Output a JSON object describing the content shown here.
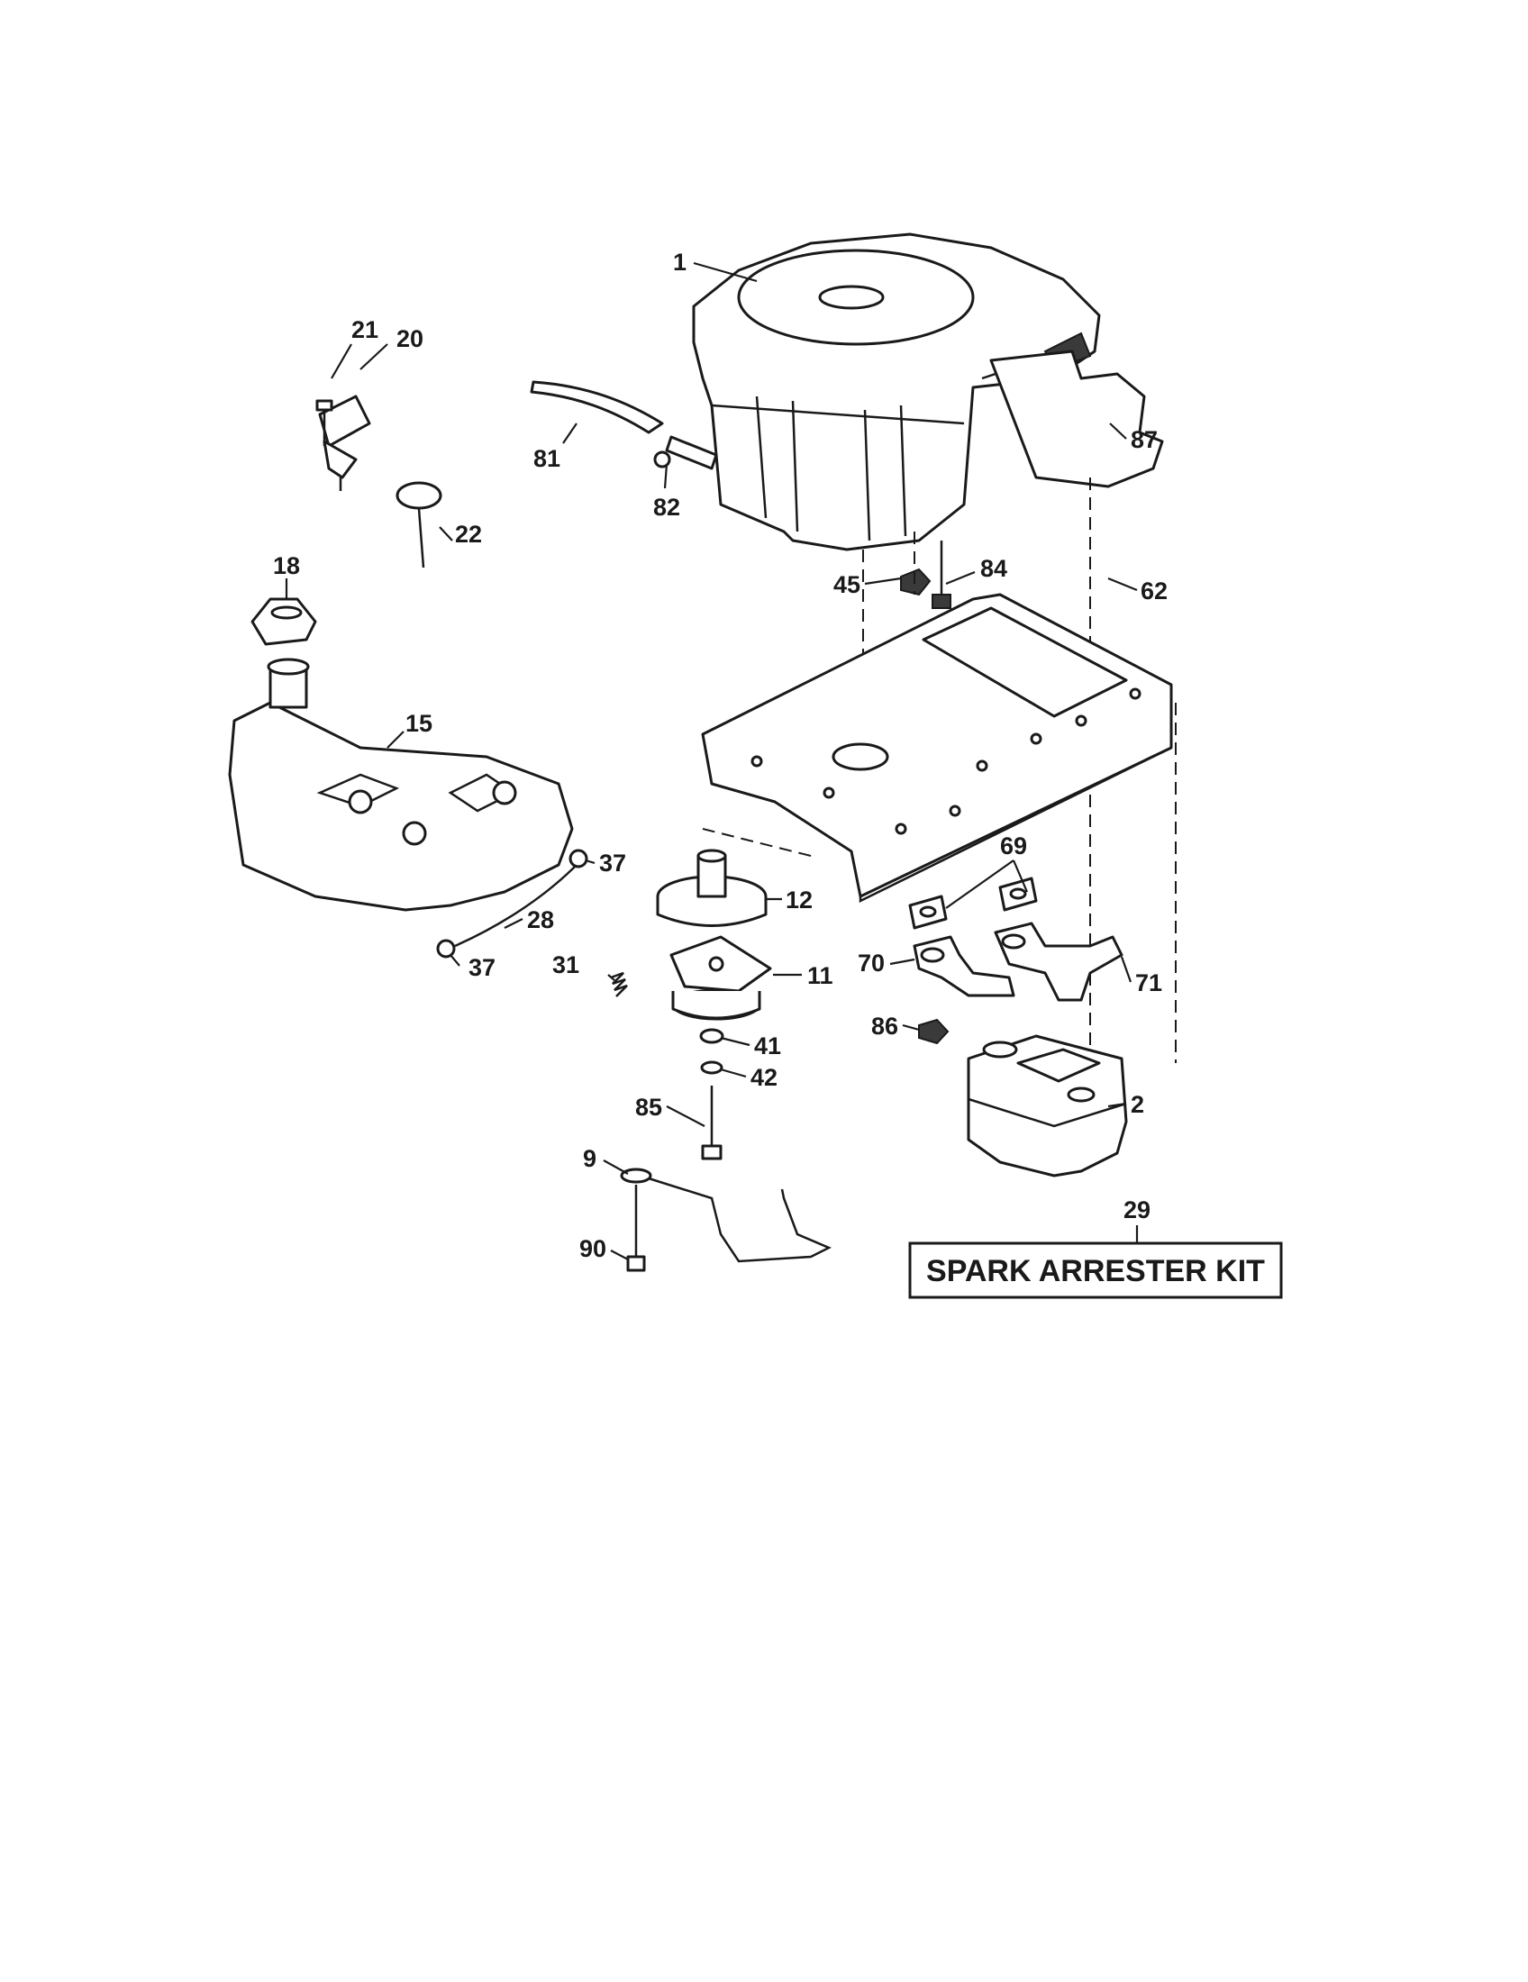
{
  "diagram": {
    "callouts": {
      "c1": "1",
      "c2": "2",
      "c9": "9",
      "c11": "11",
      "c12": "12",
      "c15": "15",
      "c18": "18",
      "c20": "20",
      "c21": "21",
      "c22": "22",
      "c28": "28",
      "c29": "29",
      "c31": "31",
      "c37a": "37",
      "c37b": "37",
      "c41": "41",
      "c42": "42",
      "c45": "45",
      "c62": "62",
      "c69": "69",
      "c70": "70",
      "c71": "71",
      "c81": "81",
      "c82": "82",
      "c84": "84",
      "c85": "85",
      "c86": "86",
      "c87": "87",
      "c90": "90"
    },
    "kit_label": "SPARK ARRESTER KIT"
  }
}
